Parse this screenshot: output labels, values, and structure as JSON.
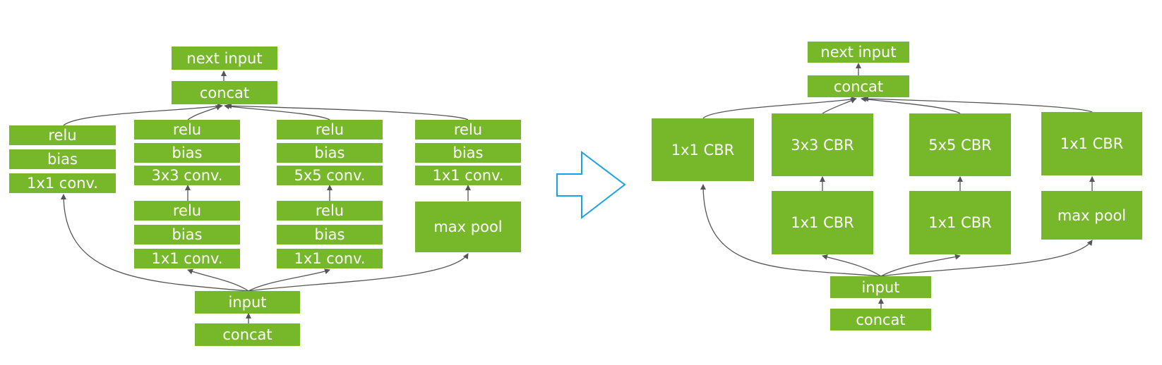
{
  "colors": {
    "node_fill": "#76b82a",
    "node_text": "#ffffff",
    "edge": "#555555",
    "transform_arrow": "#1ba1e2"
  },
  "left": {
    "next_input": "next input",
    "concat_top": "concat",
    "branch1": {
      "relu": "relu",
      "bias": "bias",
      "conv": "1x1 conv."
    },
    "branch2": {
      "relu_top": "relu",
      "bias_top": "bias",
      "conv_top": "3x3 conv.",
      "relu_bot": "relu",
      "bias_bot": "bias",
      "conv_bot": "1x1 conv."
    },
    "branch3": {
      "relu_top": "relu",
      "bias_top": "bias",
      "conv_top": "5x5 conv.",
      "relu_bot": "relu",
      "bias_bot": "bias",
      "conv_bot": "1x1 conv."
    },
    "branch4": {
      "relu": "relu",
      "bias": "bias",
      "conv": "1x1 conv.",
      "pool": "max pool"
    },
    "input": "input",
    "concat_bottom": "concat"
  },
  "transform_arrow_icon": "right-outline-arrow-icon",
  "right": {
    "next_input": "next input",
    "concat_top": "concat",
    "cbr1": "1x1 CBR",
    "cbr3": "3x3 CBR",
    "cbr5": "5x5 CBR",
    "cbr1_pool": "1x1 CBR",
    "cbr1_a": "1x1 CBR",
    "cbr1_b": "1x1 CBR",
    "pool": "max pool",
    "input": "input",
    "concat_bottom": "concat"
  }
}
